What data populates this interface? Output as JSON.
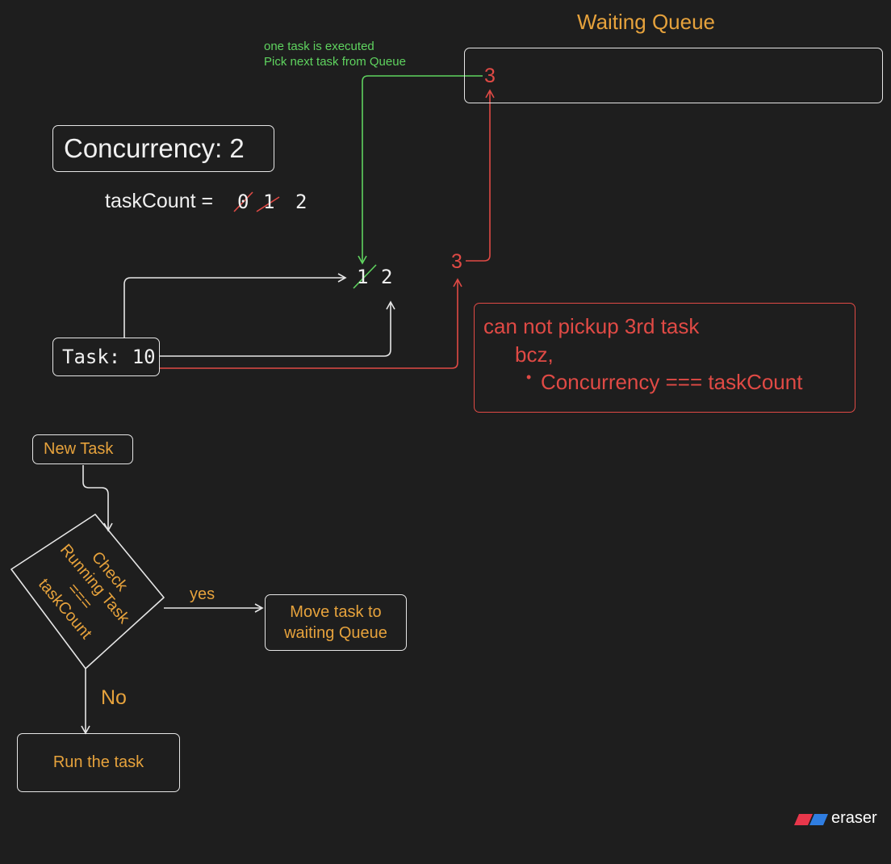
{
  "colors": {
    "background": "#1e1e1e",
    "stroke": "#e6e6e6",
    "orange": "#e6a23c",
    "red": "#e04a45",
    "green": "#5fd35f"
  },
  "queue": {
    "title": "Waiting Queue",
    "item": "3"
  },
  "green_note": {
    "line1": "one task is executed",
    "line2": "Pick next task from Queue"
  },
  "concurrency": {
    "label": "Concurrency: 2"
  },
  "task_count": {
    "prefix": "taskCount =",
    "v0": "0",
    "v1": "1",
    "v2": "2"
  },
  "slots": {
    "first": "1",
    "second": "2",
    "overflow": "3"
  },
  "task": {
    "label": "Task: 10"
  },
  "red_note": {
    "line1": "can not pickup 3rd task",
    "line2": "bcz,",
    "line3": "Concurrency === taskCount"
  },
  "flow": {
    "new_task": "New Task",
    "decision": [
      "Check",
      "Running Task",
      "===",
      "taskCount"
    ],
    "yes_label": "yes",
    "no_label": "No",
    "move_line1": "Move task to",
    "move_line2": "waiting Queue",
    "run_label": "Run the task"
  },
  "brand": {
    "name": "eraser"
  }
}
